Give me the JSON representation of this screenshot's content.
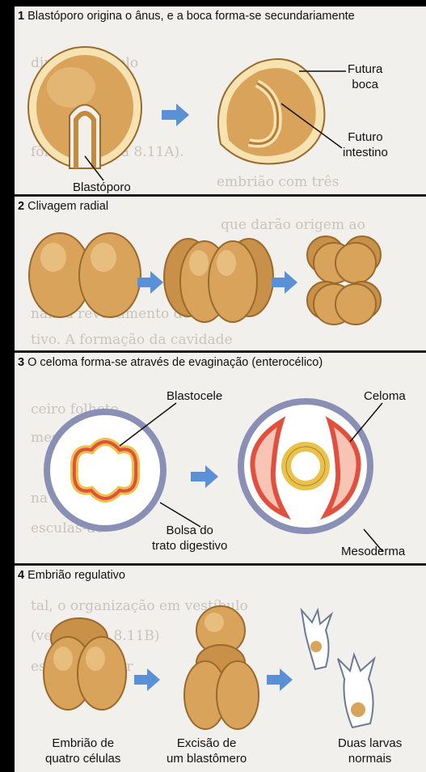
{
  "panels": [
    {
      "number": "1",
      "title": " Blastóporo origina o ânus, e a boca forma-se secundariamente",
      "labels": {
        "futura_boca": "Futura\nboca",
        "futuro_intestino": "Futuro\nintestino",
        "blastoporo": "Blastóporo"
      }
    },
    {
      "number": "2",
      "title": " Clivagem radial"
    },
    {
      "number": "3",
      "title": " O celoma forma-se através de evaginação (enterocélico)",
      "labels": {
        "blastocele": "Blastocele",
        "celoma": "Celoma",
        "bolsa": "Bolsa do\ntrato digestivo",
        "mesoderma": "Mesoderma"
      }
    },
    {
      "number": "4",
      "title": " Embrião regulativo",
      "labels": {
        "embriao": "Embrião de\nquatro células",
        "excisao": "Excisão de\num blastômero",
        "larvas": "Duas larvas\nnormais"
      }
    }
  ],
  "colors": {
    "egg": "#d9a35c",
    "egg_dark": "#b87c36",
    "mesoderm": "#e0503c",
    "endoderm": "#e9c24a",
    "membrane": "#8a8fb5",
    "arrow": "#5b8fd6"
  }
}
